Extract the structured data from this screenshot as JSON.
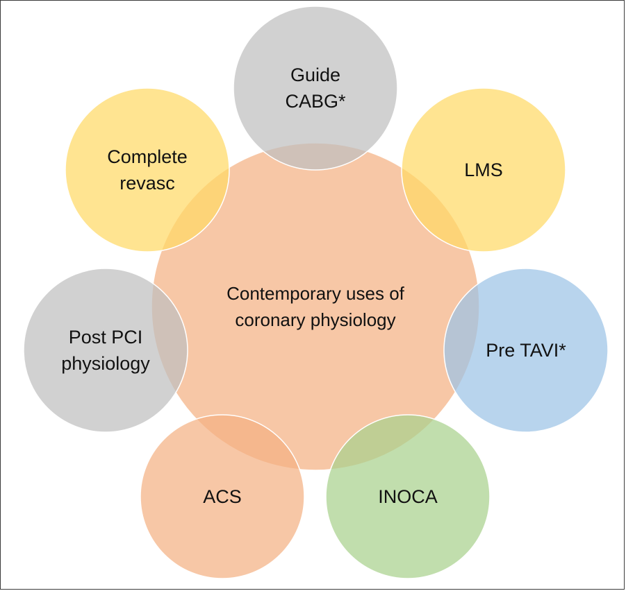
{
  "diagram": {
    "type": "radial-venn",
    "center": {
      "id": "center",
      "lines": [
        "Contemporary uses of",
        "coronary physiology"
      ],
      "color": "#f4b183"
    },
    "satellites": [
      {
        "id": "guide-cabg",
        "lines": [
          "Guide",
          "CABG*"
        ],
        "color": "#bfbfbf"
      },
      {
        "id": "lms",
        "lines": [
          "LMS"
        ],
        "color": "#ffd966"
      },
      {
        "id": "pre-tavi",
        "lines": [
          "Pre TAVI*"
        ],
        "color": "#9dc3e6"
      },
      {
        "id": "inoca",
        "lines": [
          "INOCA"
        ],
        "color": "#a9d18e"
      },
      {
        "id": "acs",
        "lines": [
          "ACS"
        ],
        "color": "#f4b183"
      },
      {
        "id": "post-pci",
        "lines": [
          "Post PCI",
          "physiology"
        ],
        "color": "#bfbfbf"
      },
      {
        "id": "complete-revasc",
        "lines": [
          "Complete",
          "revasc"
        ],
        "color": "#ffd966"
      }
    ]
  }
}
